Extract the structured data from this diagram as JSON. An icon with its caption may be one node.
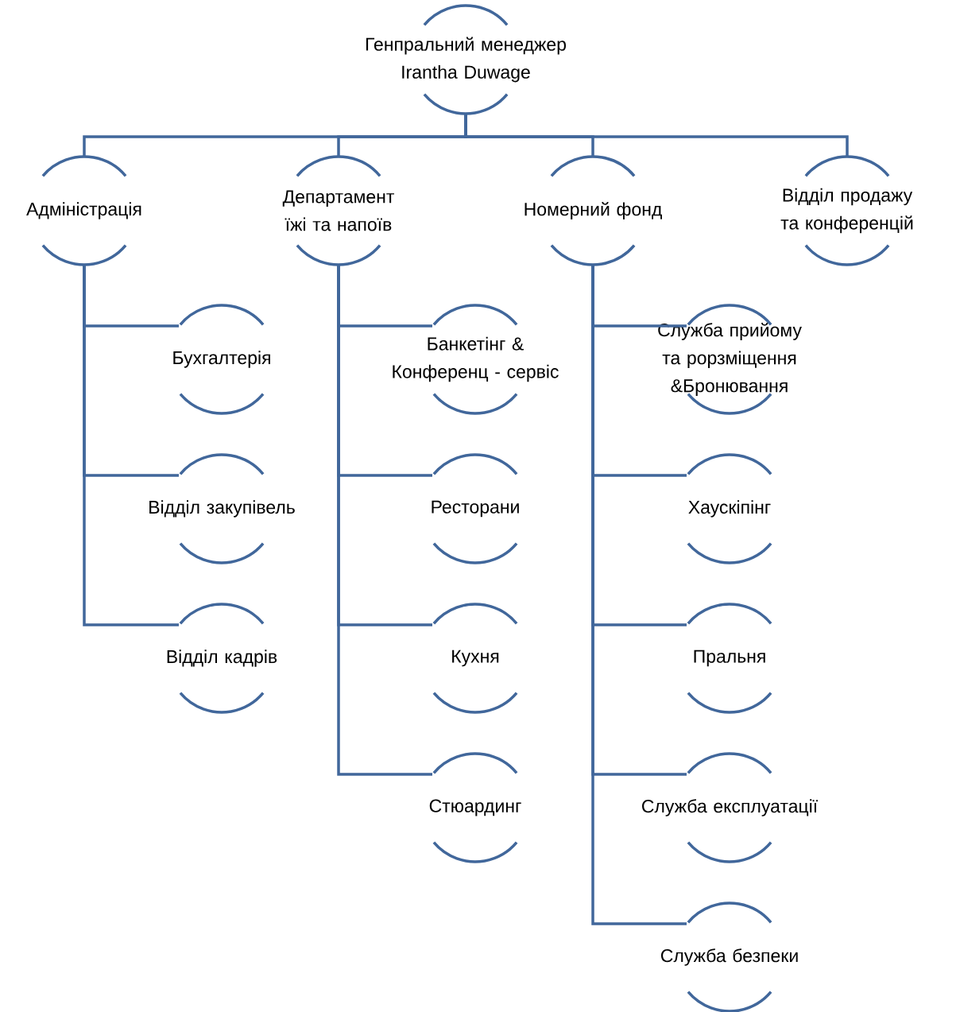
{
  "diagram": {
    "nodes": [
      {
        "text": [
          "Генпральний менеджер Irantha Duwage"
        ]
      },
      {
        "text": [
          "Адміністрація"
        ]
      },
      {
        "text": [
          "Департамент їжі та напоїв"
        ]
      },
      {
        "text": [
          "Номерний фонд"
        ]
      },
      {
        "text": [
          "Відділ продажу та конференцій"
        ]
      },
      {
        "text": [
          "Бухгалтерія"
        ]
      },
      {
        "text": [
          "Відділ закупівель"
        ]
      },
      {
        "text": [
          "Відділ кадрів"
        ]
      },
      {
        "text": [
          "Банкетінг & Конференц - сервіс"
        ]
      },
      {
        "text": [
          "Ресторани"
        ]
      },
      {
        "text": [
          "Кухня"
        ]
      },
      {
        "text": [
          "Стюардинг"
        ]
      },
      {
        "text": [
          "Служба прийому та рорзміщення &Бронювання"
        ]
      },
      {
        "text": [
          "Хаускіпінг"
        ]
      },
      {
        "text": [
          "Пральня"
        ]
      },
      {
        "text": [
          "Служба експлуатації"
        ]
      },
      {
        "text": [
          "Служба безпеки"
        ]
      }
    ],
    "edges": [
      {
        "from": 0,
        "to": 1,
        "arrow": "none"
      },
      {
        "from": 0,
        "to": 2,
        "arrow": "none"
      },
      {
        "from": 0,
        "to": 3,
        "arrow": "none"
      },
      {
        "from": 0,
        "to": 4,
        "arrow": "none"
      },
      {
        "from": 1,
        "to": 5,
        "arrow": "none"
      },
      {
        "from": 1,
        "to": 6,
        "arrow": "none"
      },
      {
        "from": 1,
        "to": 7,
        "arrow": "none"
      },
      {
        "from": 2,
        "to": 8,
        "arrow": "none"
      },
      {
        "from": 2,
        "to": 9,
        "arrow": "none"
      },
      {
        "from": 2,
        "to": 10,
        "arrow": "none"
      },
      {
        "from": 2,
        "to": 11,
        "arrow": "none"
      },
      {
        "from": 3,
        "to": 12,
        "arrow": "none"
      },
      {
        "from": 3,
        "to": 13,
        "arrow": "none"
      },
      {
        "from": 3,
        "to": 14,
        "arrow": "none"
      },
      {
        "from": 3,
        "to": 15,
        "arrow": "none"
      },
      {
        "from": 3,
        "to": 16,
        "arrow": "none"
      }
    ]
  }
}
